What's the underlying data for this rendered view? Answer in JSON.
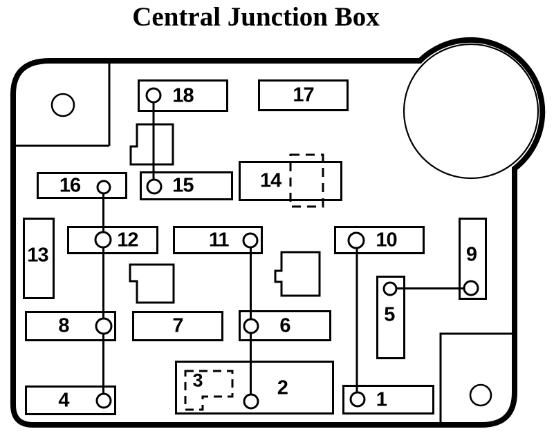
{
  "title": "Central Junction Box",
  "colors": {
    "ink": "#000000",
    "background": "#ffffff"
  },
  "fuses": {
    "f1": "1",
    "f2": "2",
    "f3": "3",
    "f4": "4",
    "f5": "5",
    "f6": "6",
    "f7": "7",
    "f8": "8",
    "f9": "9",
    "f10": "10",
    "f11": "11",
    "f12": "12",
    "f13": "13",
    "f14": "14",
    "f15": "15",
    "f16": "16",
    "f17": "17",
    "f18": "18"
  }
}
